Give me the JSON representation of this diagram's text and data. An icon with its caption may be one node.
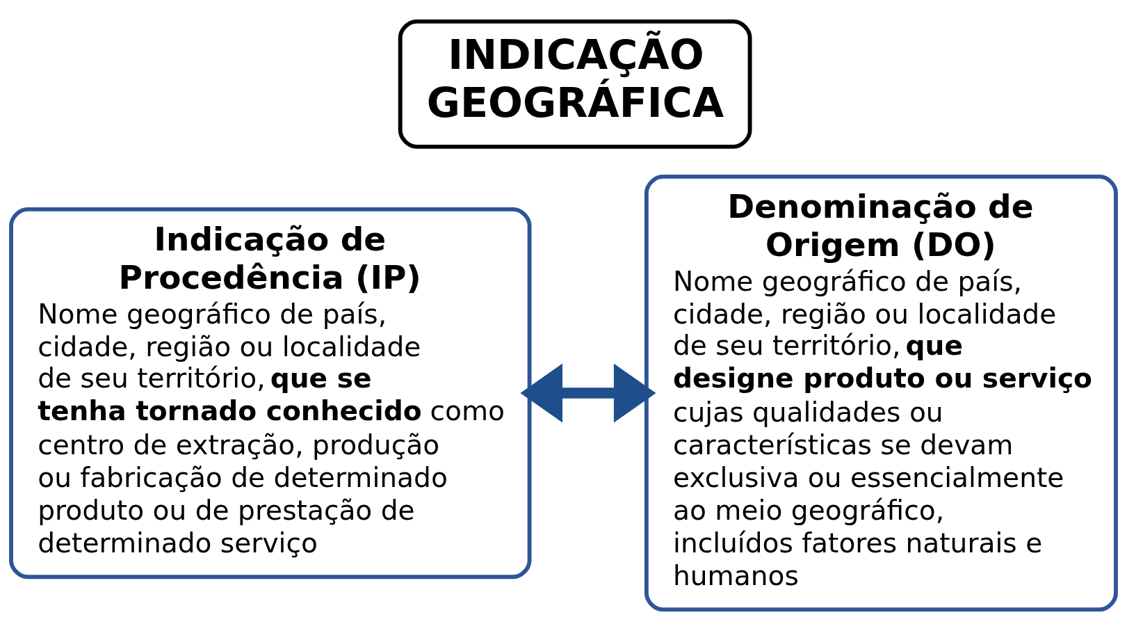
{
  "diagram": {
    "nodes": [
      {
        "text": [
          "Indicação de Procedência (IP)",
          "Nome geográfico de país, cidade, região ou localidade de seu território, **que se tenha tornado conhecido** como centro de extração, produção ou fabricação de determinado produto ou de prestação de determinado serviço"
        ]
      },
      {
        "text": [
          "INDICAÇÃO GEOGRÁFICA"
        ]
      },
      {
        "text": [
          "Denominação de Origem (DO)",
          "Nome geográfico de país, cidade, região ou localidade de seu território, **que designe produto ou serviço** cujas qualidades ou características se devam exclusiva ou essencialmente ao meio geográfico, incluídos fatores naturais e humanos"
        ]
      }
    ],
    "edges": [
      {
        "from": 0,
        "to": 2,
        "arrow": "both",
        "color": "#1f4e8c"
      }
    ]
  }
}
